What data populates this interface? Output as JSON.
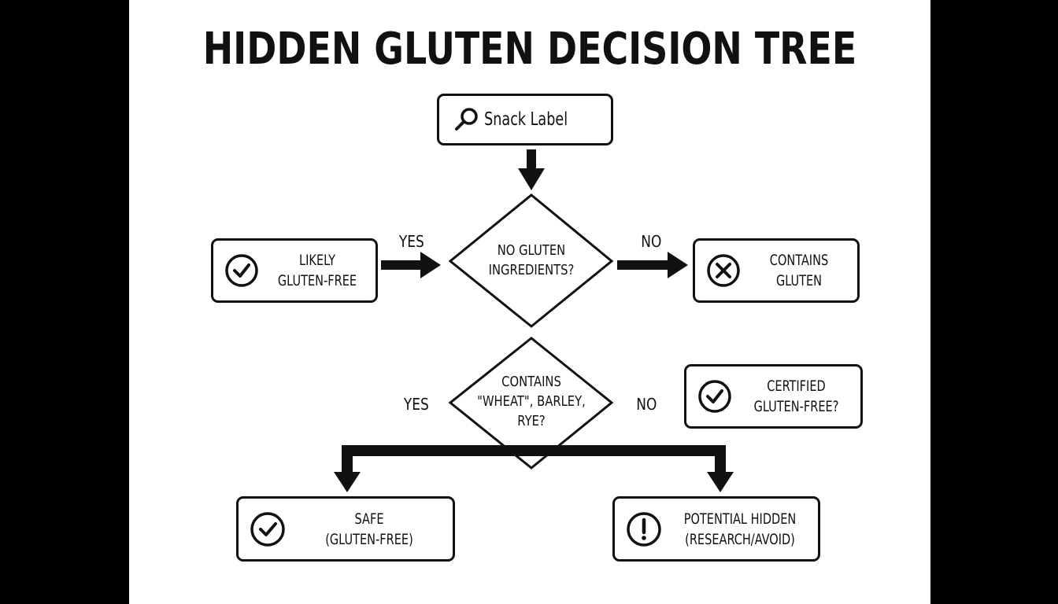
{
  "title": "HIDDEN GLUTEN DECISION TREE",
  "start": {
    "label": "Snack Label",
    "icon": "search-icon"
  },
  "decision1": {
    "line1": "NO GLUTEN",
    "line2": "INGREDIENTS?"
  },
  "decision1_yes": "YES",
  "decision1_no": "NO",
  "likely": {
    "line1": "LIKELY",
    "line2": "GLUTEN-FREE",
    "icon": "check-circle-icon"
  },
  "contains": {
    "line1": "CONTAINS",
    "line2": "GLUTEN",
    "icon": "x-circle-icon"
  },
  "decision2": {
    "line1": "CONTAINS",
    "line2": "\"WHEAT\", BARLEY,",
    "line3": "RYE?"
  },
  "decision2_yes": "YES",
  "decision2_no": "NO",
  "certified": {
    "line1": "CERTIFIED",
    "line2": "GLUTEN-FREE?",
    "icon": "check-circle-icon"
  },
  "safe": {
    "line1": "SAFE",
    "line2": "(GLUTEN-FREE)",
    "icon": "check-circle-icon"
  },
  "potential": {
    "line1": "POTENTIAL HIDDEN",
    "line2": "(RESEARCH/AVOID)",
    "icon": "exclamation-circle-icon"
  }
}
